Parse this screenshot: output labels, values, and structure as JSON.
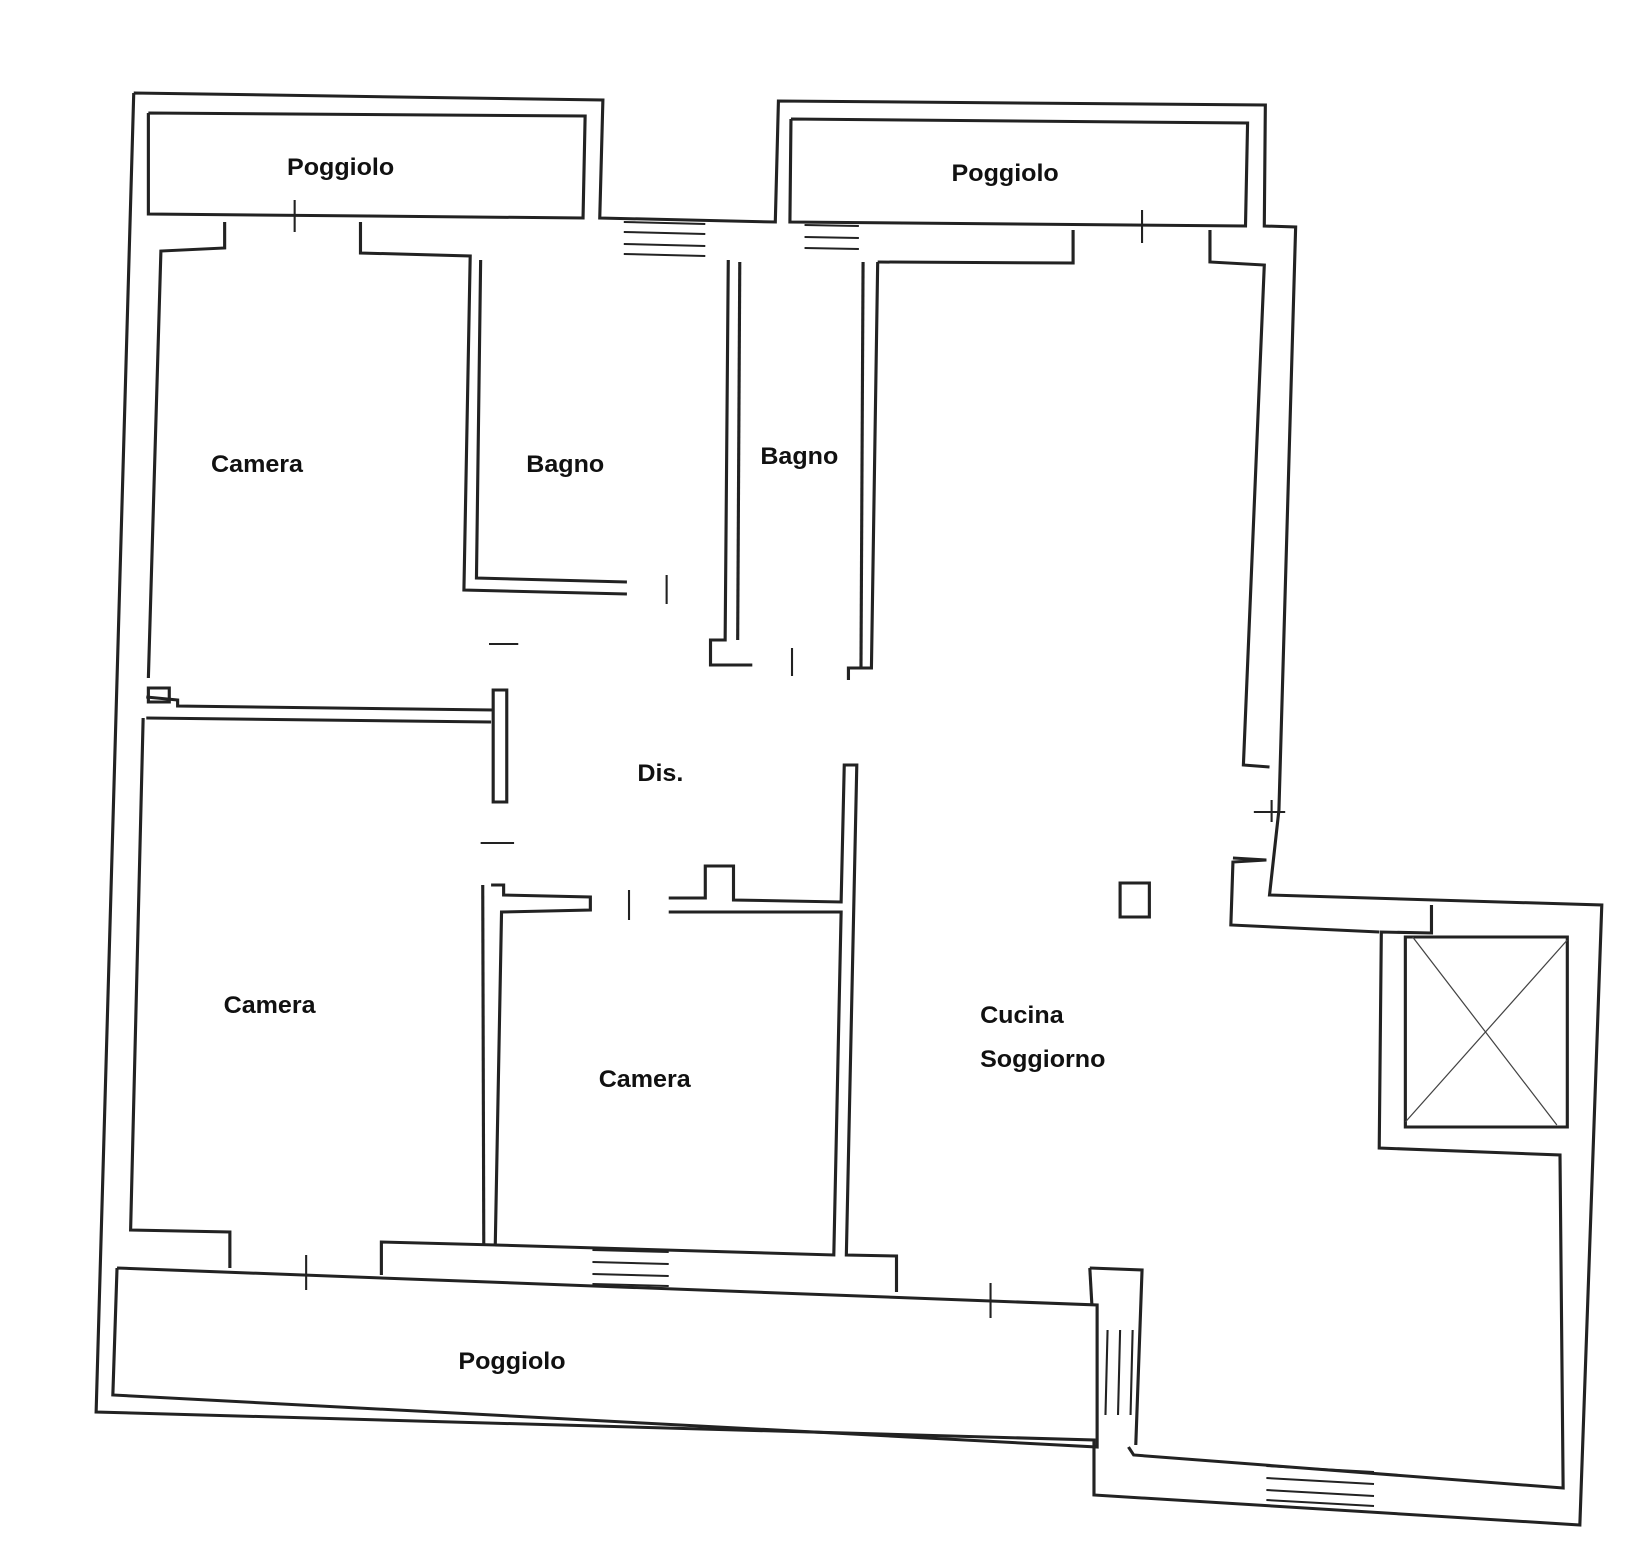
{
  "rooms": {
    "poggiolo_nw": "Poggiolo",
    "poggiolo_ne": "Poggiolo",
    "poggiolo_s": "Poggiolo",
    "camera_nw": "Camera",
    "bagno_1": "Bagno",
    "bagno_2": "Bagno",
    "dis": "Dis.",
    "camera_sw": "Camera",
    "camera_s": "Camera",
    "cucina": "Cucina",
    "soggiorno": "Soggiorno"
  }
}
